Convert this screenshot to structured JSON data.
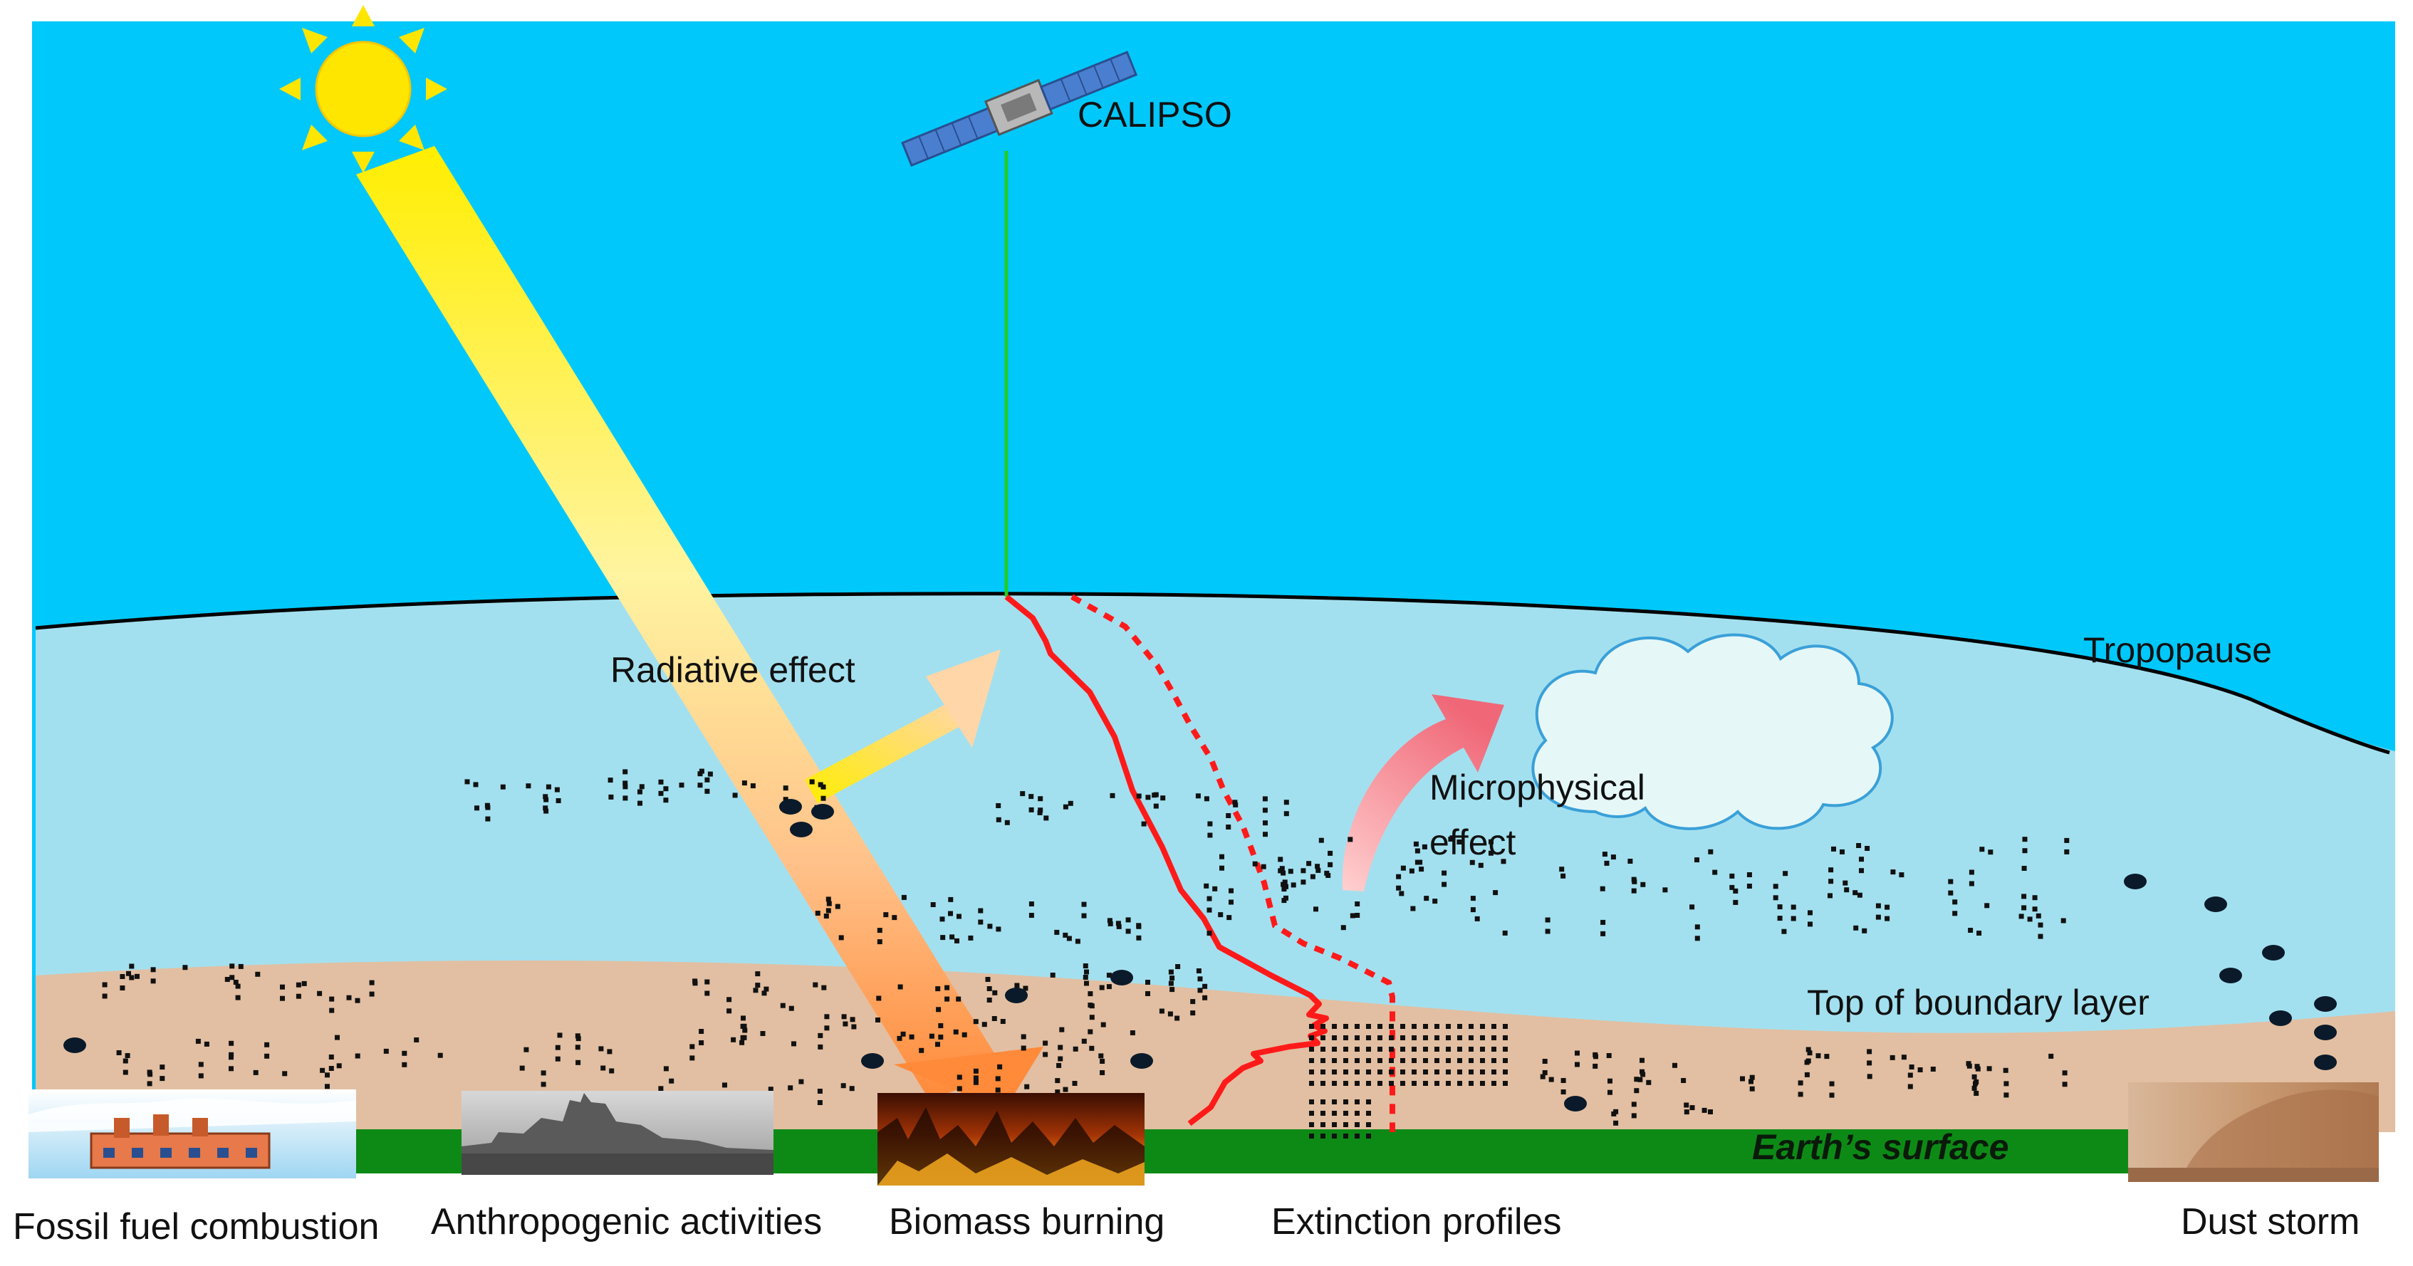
{
  "labels": {
    "satellite": "CALIPSO",
    "radiative": "Radiative effect",
    "microphysical_line1": "Microphysical",
    "microphysical_line2": "effect",
    "tropopause": "Tropopause",
    "boundary_top": "Top of boundary layer",
    "surface": "Earth’s surface"
  },
  "captions": [
    "Fossil fuel combustion",
    "Anthropogenic activities",
    "Biomass burning",
    "Extinction profiles",
    "Dust storm"
  ],
  "colors": {
    "upper_sky": "#00c8fb",
    "troposphere": "#a3e0ef",
    "boundary_layer": "#e2bfa2",
    "ground": "#0d8a16",
    "sun": "#ffe600",
    "profile": "#ff1a1a",
    "lidar_beam": "#22cc22",
    "cloud_outline": "#3aa0d8"
  },
  "icons": {
    "sun": "sun-icon",
    "satellite": "satellite-icon",
    "cloud": "cloud-icon",
    "factory": "factory-icon",
    "city": "city-smog-photo",
    "fire": "wildfire-photo",
    "dust": "dust-storm-photo"
  }
}
